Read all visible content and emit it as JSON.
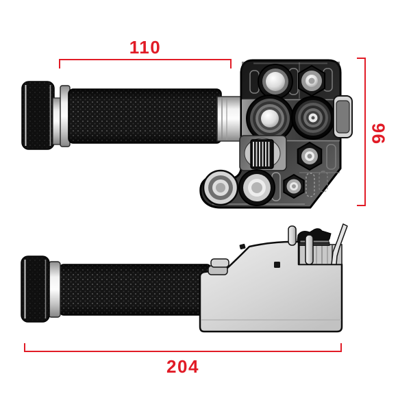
{
  "diagram": {
    "background_color": "#ffffff",
    "dimension_color": "#e11b26",
    "dimensions": {
      "grip_length": "110",
      "assembly_height": "96",
      "overall_length": "204"
    }
  }
}
